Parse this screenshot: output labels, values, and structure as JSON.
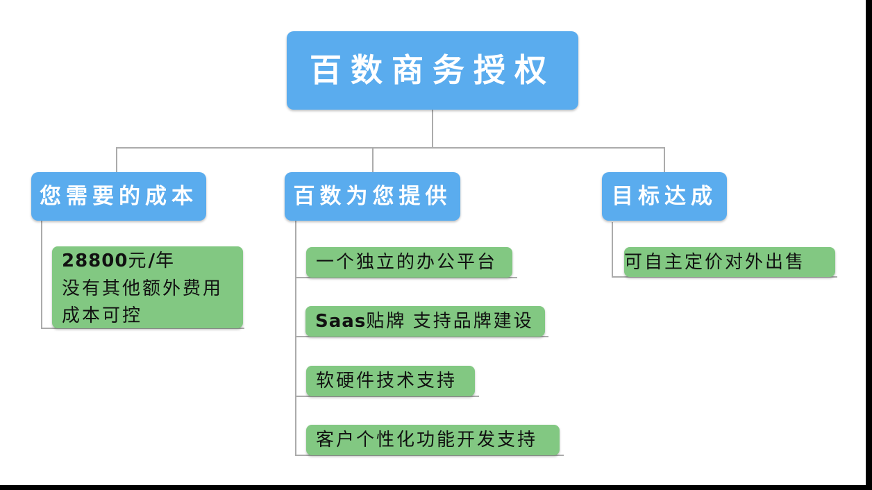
{
  "root": {
    "title": "百数商务授权"
  },
  "cost_branch": {
    "title": "您需要的成本",
    "price_amount": "28800",
    "price_yuan": "元",
    "price_slash": "/",
    "price_year": "年",
    "line2": "没有其他额外费用",
    "line3": "成本可控"
  },
  "provides_branch": {
    "title": "百数为您提供",
    "items": [
      {
        "prefix": "",
        "text": "一个独立的办公平台"
      },
      {
        "prefix": "Saas",
        "text": "贴牌 支持品牌建设"
      },
      {
        "prefix": "",
        "text": "软硬件技术支持"
      },
      {
        "prefix": "",
        "text": "客户个性化功能开发支持"
      }
    ]
  },
  "goal_branch": {
    "title": "目标达成",
    "items": [
      {
        "text": "可自主定价对外出售"
      }
    ]
  },
  "colors": {
    "node_blue": "#5AACEE",
    "node_green": "#82C882",
    "connector_gray": "#ABABAB",
    "frame_black": "#000000",
    "blue_text": "#FFFFFF",
    "green_text": "#111111"
  }
}
